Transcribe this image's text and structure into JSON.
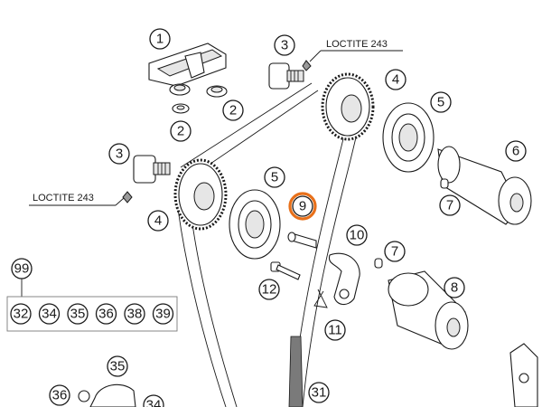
{
  "notes": {
    "loctite_top": "LOCTITE 243",
    "loctite_left": "LOCTITE 243"
  },
  "callouts": {
    "c1": "1",
    "c2a": "2",
    "c2b": "2",
    "c3a": "3",
    "c3b": "3",
    "c4a": "4",
    "c4b": "4",
    "c5a": "5",
    "c5b": "5",
    "c6": "6",
    "c7a": "7",
    "c7b": "7",
    "c8": "8",
    "c9": "9",
    "c10": "10",
    "c11": "11",
    "c12": "12",
    "c31": "31",
    "c35": "35",
    "c36": "36",
    "c34": "34",
    "c99": "99"
  },
  "kit": {
    "parent": "99",
    "items": [
      "32",
      "34",
      "35",
      "36",
      "38",
      "39"
    ]
  },
  "colors": {
    "highlight": "#e8701a",
    "ink": "#1a1a1a"
  }
}
